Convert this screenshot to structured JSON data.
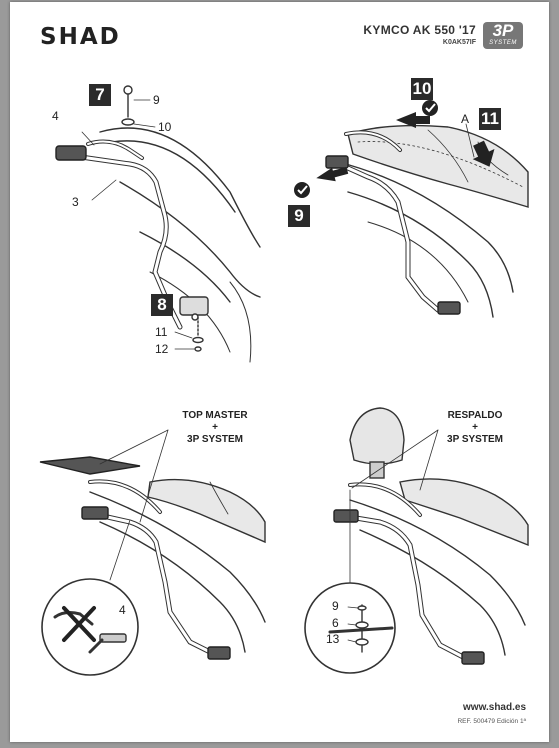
{
  "header": {
    "brand": "SHAD",
    "model": "KYMCO AK 550 '17",
    "ref_code": "K0AK57IF",
    "badge_big": "3P",
    "badge_small": "SYSTEM"
  },
  "panel_1": {
    "steps": [
      "7",
      "8"
    ],
    "callouts": [
      "9",
      "10",
      "4",
      "3",
      "11",
      "12"
    ]
  },
  "panel_2": {
    "steps": [
      "10",
      "11",
      "9"
    ],
    "callouts": [
      "A"
    ]
  },
  "panel_3": {
    "caption_lines": [
      "TOP MASTER",
      "+",
      "3P SYSTEM"
    ],
    "callouts": [
      "4"
    ]
  },
  "panel_4": {
    "caption_lines": [
      "RESPALDO",
      "+",
      "3P SYSTEM"
    ],
    "callouts": [
      "9",
      "6",
      "13"
    ]
  },
  "footer": {
    "website": "www.shad.es",
    "edition": "REF. 500479 Edición 1ª"
  },
  "colors": {
    "step_box": "#2b2b2b",
    "line": "#333333",
    "badge": "#777777"
  },
  "icons": [
    "check-icon",
    "arrow-icon",
    "cross-icon"
  ]
}
